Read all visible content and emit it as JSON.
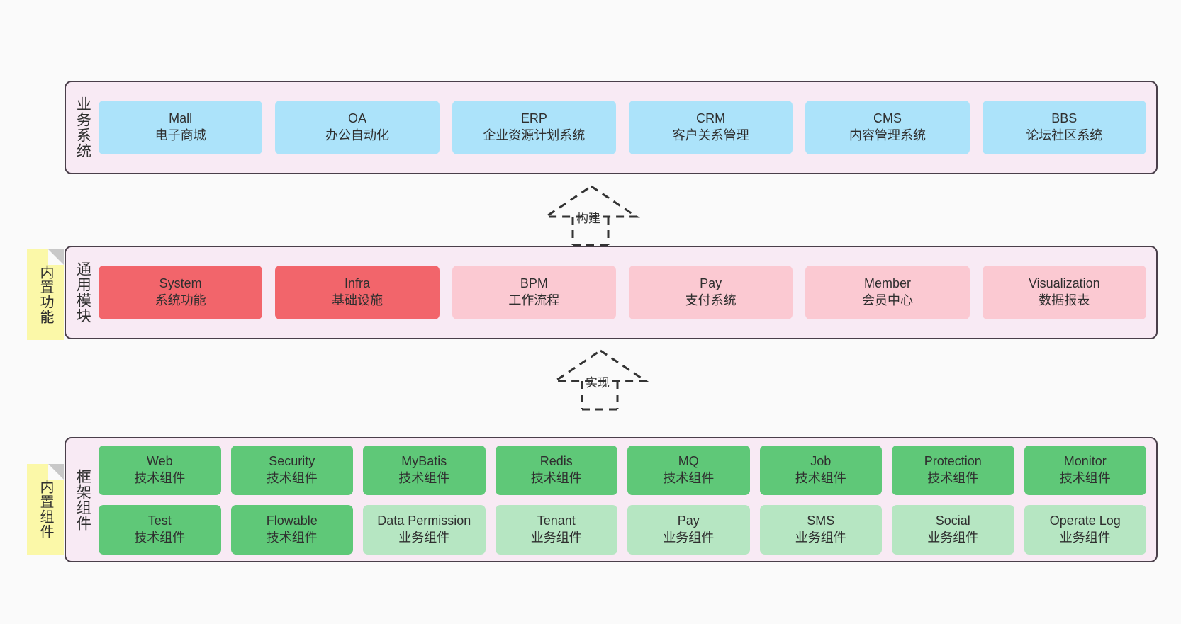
{
  "diagram": {
    "background_color": "#fafafa",
    "panel_color": "#f8eaf4",
    "panel_border_color": "#4a3f4a",
    "note_color": "#fbf8a8"
  },
  "layers": [
    {
      "id": "business-systems",
      "title": "业务系统",
      "rows": [
        {
          "cards": [
            {
              "name": "Mall",
              "sub": "电子商城",
              "color": "#ace3fa",
              "style": "c-blue"
            },
            {
              "name": "OA",
              "sub": "办公自动化",
              "color": "#ace3fa",
              "style": "c-blue"
            },
            {
              "name": "ERP",
              "sub": "企业资源计划系统",
              "color": "#ace3fa",
              "style": "c-blue"
            },
            {
              "name": "CRM",
              "sub": "客户关系管理",
              "color": "#ace3fa",
              "style": "c-blue"
            },
            {
              "name": "CMS",
              "sub": "内容管理系统",
              "color": "#ace3fa",
              "style": "c-blue"
            },
            {
              "name": "BBS",
              "sub": "论坛社区系统",
              "color": "#ace3fa",
              "style": "c-blue"
            }
          ]
        }
      ]
    },
    {
      "id": "common-modules",
      "title": "通用模块",
      "note": "内置功能",
      "rows": [
        {
          "cards": [
            {
              "name": "System",
              "sub": "系统功能",
              "color": "#f2656b",
              "style": "c-red"
            },
            {
              "name": "Infra",
              "sub": "基础设施",
              "color": "#f2656b",
              "style": "c-red"
            },
            {
              "name": "BPM",
              "sub": "工作流程",
              "color": "#fbc9d2",
              "style": "c-pink"
            },
            {
              "name": "Pay",
              "sub": "支付系统",
              "color": "#fbc9d2",
              "style": "c-pink"
            },
            {
              "name": "Member",
              "sub": "会员中心",
              "color": "#fbc9d2",
              "style": "c-pink"
            },
            {
              "name": "Visualization",
              "sub": "数据报表",
              "color": "#fbc9d2",
              "style": "c-pink"
            }
          ]
        }
      ]
    },
    {
      "id": "framework-components",
      "title": "框架组件",
      "note": "内置组件",
      "rows": [
        {
          "cards": [
            {
              "name": "Web",
              "sub": "技术组件",
              "color": "#5fc878",
              "style": "c-green"
            },
            {
              "name": "Security",
              "sub": "技术组件",
              "color": "#5fc878",
              "style": "c-green"
            },
            {
              "name": "MyBatis",
              "sub": "技术组件",
              "color": "#5fc878",
              "style": "c-green"
            },
            {
              "name": "Redis",
              "sub": "技术组件",
              "color": "#5fc878",
              "style": "c-green"
            },
            {
              "name": "MQ",
              "sub": "技术组件",
              "color": "#5fc878",
              "style": "c-green"
            },
            {
              "name": "Job",
              "sub": "技术组件",
              "color": "#5fc878",
              "style": "c-green"
            },
            {
              "name": "Protection",
              "sub": "技术组件",
              "color": "#5fc878",
              "style": "c-green"
            },
            {
              "name": "Monitor",
              "sub": "技术组件",
              "color": "#5fc878",
              "style": "c-green"
            }
          ]
        },
        {
          "cards": [
            {
              "name": "Test",
              "sub": "技术组件",
              "color": "#5fc878",
              "style": "c-green"
            },
            {
              "name": "Flowable",
              "sub": "技术组件",
              "color": "#5fc878",
              "style": "c-green"
            },
            {
              "name": "Data Permission",
              "sub": "业务组件",
              "color": "#b6e6c2",
              "style": "c-lgreen"
            },
            {
              "name": "Tenant",
              "sub": "业务组件",
              "color": "#b6e6c2",
              "style": "c-lgreen"
            },
            {
              "name": "Pay",
              "sub": "业务组件",
              "color": "#b6e6c2",
              "style": "c-lgreen"
            },
            {
              "name": "SMS",
              "sub": "业务组件",
              "color": "#b6e6c2",
              "style": "c-lgreen"
            },
            {
              "name": "Social",
              "sub": "业务组件",
              "color": "#b6e6c2",
              "style": "c-lgreen"
            },
            {
              "name": "Operate Log",
              "sub": "业务组件",
              "color": "#b6e6c2",
              "style": "c-lgreen"
            }
          ]
        }
      ]
    }
  ],
  "connectors": [
    {
      "id": "build",
      "label": "构建",
      "from": "common-modules",
      "to": "business-systems"
    },
    {
      "id": "implement",
      "label": "实现",
      "from": "framework-components",
      "to": "common-modules"
    }
  ]
}
